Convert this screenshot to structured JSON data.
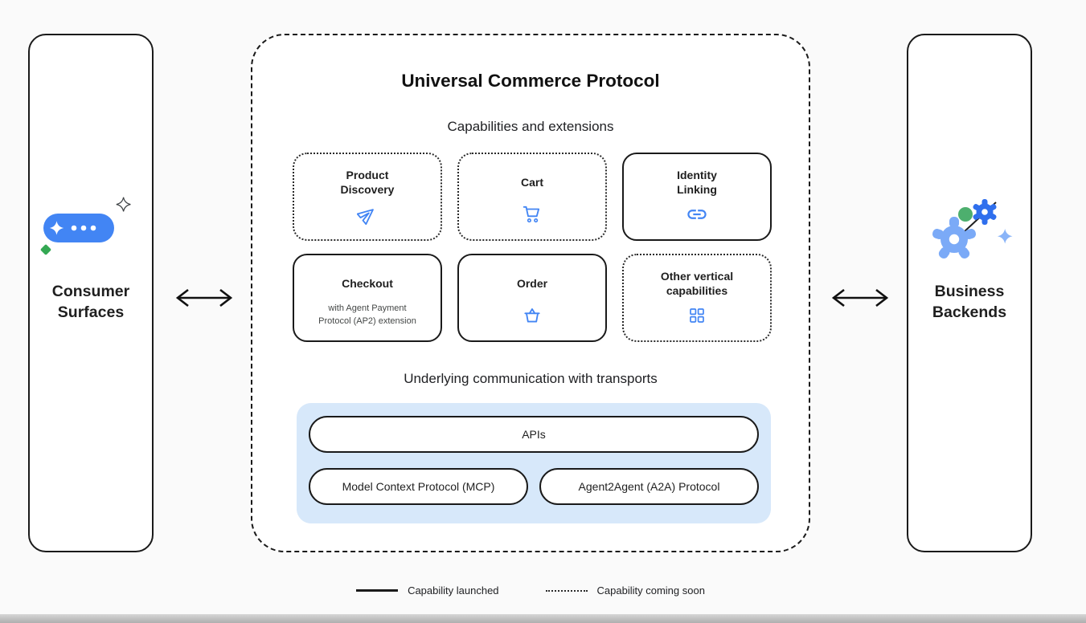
{
  "panels": {
    "consumer": {
      "title": "Consumer\nSurfaces"
    },
    "business": {
      "title": "Business\nBackends"
    }
  },
  "protocol": {
    "title": "Universal Commerce Protocol",
    "capabilities_heading": "Capabilities and extensions",
    "transports_heading": "Underlying communication with transports",
    "cards": [
      {
        "label": "Product\nDiscovery",
        "icon": "send-icon",
        "status": "coming-soon"
      },
      {
        "label": "Cart",
        "icon": "cart-icon",
        "status": "coming-soon"
      },
      {
        "label": "Identity\nLinking",
        "icon": "link-icon",
        "status": "launched"
      },
      {
        "label": "Checkout",
        "sublabel": "with Agent Payment\nProtocol (AP2) extension",
        "status": "launched"
      },
      {
        "label": "Order",
        "icon": "basket-icon",
        "status": "launched"
      },
      {
        "label": "Other vertical\ncapabilities",
        "icon": "grid-icon",
        "status": "coming-soon"
      }
    ],
    "transports": {
      "apis": "APIs",
      "mcp": "Model Context Protocol (MCP)",
      "a2a": "Agent2Agent (A2A) Protocol"
    }
  },
  "legend": {
    "launched": "Capability launched",
    "coming_soon": "Capability coming soon"
  },
  "colors": {
    "accent_blue": "#4285f4",
    "light_blue_bg": "#d7e8fa",
    "green": "#34a853",
    "gear_light_blue": "#7baaf7",
    "gear_dark_blue": "#2f6fed",
    "sparkle_blue": "#8ab4f8"
  }
}
